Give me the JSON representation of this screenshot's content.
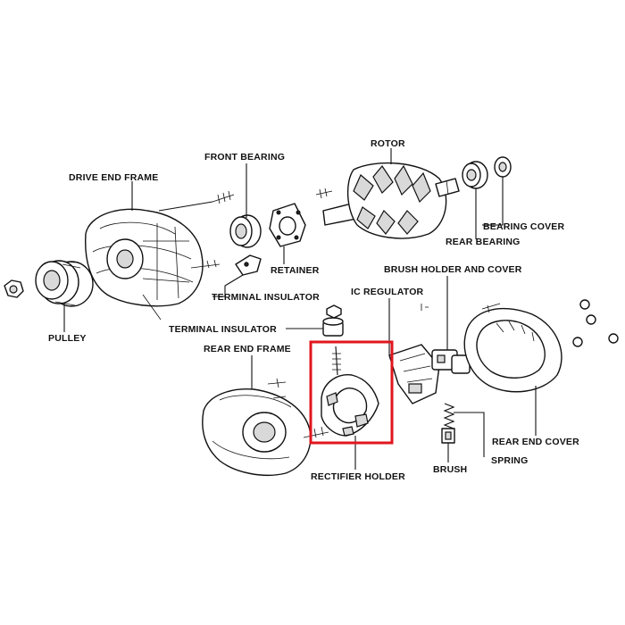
{
  "diagram": {
    "labels": {
      "front_bearing": "FRONT BEARING",
      "rotor": "ROTOR",
      "drive_end_frame": "DRIVE END FRAME",
      "bearing_cover": "BEARING COVER",
      "rear_bearing": "REAR BEARING",
      "retainer": "RETAINER",
      "brush_holder_and_cover": "BRUSH HOLDER AND COVER",
      "ic_regulator": "IC REGULATOR",
      "terminal_insulator_upper": "TERMINAL INSULATOR",
      "pulley": "PULLEY",
      "terminal_insulator_lower": "TERMINAL INSULATOR",
      "rear_end_frame": "REAR END FRAME",
      "rear_end_cover": "REAR END COVER",
      "spring": "SPRING",
      "brush": "BRUSH",
      "rectifier_holder": "RECTIFIER HOLDER"
    },
    "highlight_color": "#e0161e",
    "line_color": "#111111"
  }
}
